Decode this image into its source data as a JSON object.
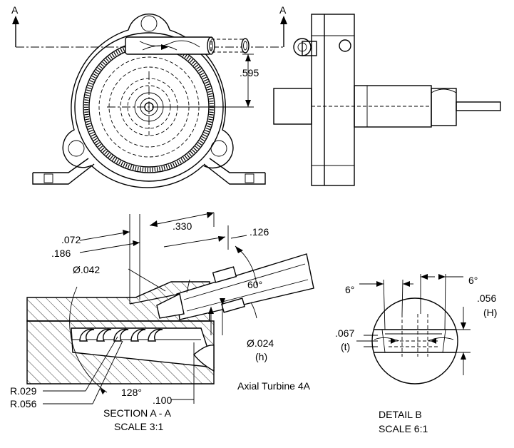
{
  "drawing": {
    "title": "Axial Turbine 4A",
    "section_marker": "A",
    "section_view": {
      "title": "SECTION A - A",
      "scale": "SCALE 3:1"
    },
    "detail_view": {
      "title": "DETAIL B",
      "scale": "SCALE 6:1"
    },
    "dimensions": {
      "front_offset": ".595",
      "d072": ".072",
      "d186": ".186",
      "d330": ".330",
      "d126": ".126",
      "dia042": "Ø.042",
      "ang60": "60°",
      "dia024": "Ø.024",
      "dia024_note": "(h)",
      "r029": "R.029",
      "r056": "R.056",
      "ang128": "128°",
      "d100": ".100",
      "ang6_left": "6°",
      "ang6_right": "6°",
      "d056": ".056",
      "d056_note": "(H)",
      "d067": ".067",
      "d067_note": "(t)"
    }
  },
  "colors": {
    "line": "#000000",
    "background": "#ffffff"
  }
}
